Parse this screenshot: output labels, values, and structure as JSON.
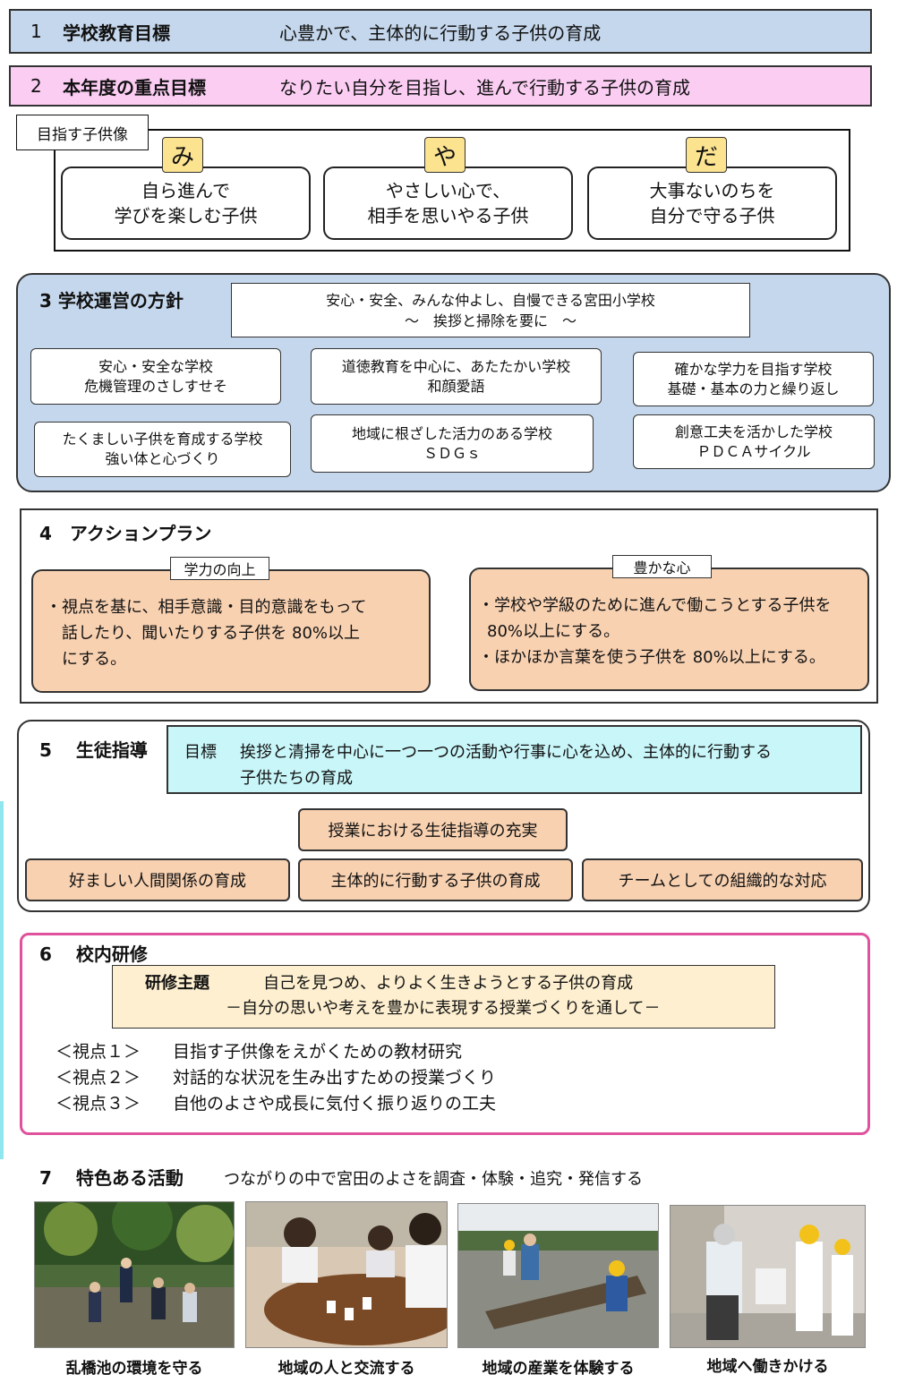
{
  "goal1": {
    "num": "1",
    "label": "学校教育目標",
    "text": "心豊かで、主体的に行動する子供の育成"
  },
  "goal2": {
    "num": "2",
    "label": "本年度の重点目標",
    "text": "なりたい自分を目指し、進んで行動する子供の育成"
  },
  "ideal": {
    "title": "目指す子供像",
    "items": [
      {
        "char": "み",
        "line1": "自ら進んで",
        "line2": "学びを楽しむ子供"
      },
      {
        "char": "や",
        "line1": "やさしい心で、",
        "line2": "相手を思いやる子供"
      },
      {
        "char": "だ",
        "line1": "大事ないのちを",
        "line2": "自分で守る子供"
      }
    ]
  },
  "policy": {
    "heading": "3 学校運営の方針",
    "motto1": "安心・安全、みんな仲よし、自慢できる宮田小学校",
    "motto2": "～　挨拶と掃除を要に　～",
    "boxes": [
      {
        "l1": "安心・安全な学校",
        "l2": "危機管理のさしすせそ"
      },
      {
        "l1": "道徳教育を中心に、あたたかい学校",
        "l2": "和顔愛語"
      },
      {
        "l1": "確かな学力を目指す学校",
        "l2": "基礎・基本の力と繰り返し"
      },
      {
        "l1": "たくましい子供を育成する学校",
        "l2": "強い体と心づくり"
      },
      {
        "l1": "地域に根ざした活力のある学校",
        "l2": "ＳＤＧｓ"
      },
      {
        "l1": "創意工夫を活かした学校",
        "l2": "ＰＤＣＡサイクル"
      }
    ]
  },
  "action": {
    "heading": "4　アクションプラン",
    "left": {
      "tag": "学力の向上",
      "l1": "・視点を基に、相手意識・目的意識をもって",
      "l2": "話したり、聞いたりする子供を 80%以上",
      "l3": "にする。"
    },
    "right": {
      "tag": "豊かな心",
      "l1": "・学校や学級のために進んで働こうとする子供を",
      "l2": "80%以上にする。",
      "l3": "・ほかほか言葉を使う子供を 80%以上にする。"
    }
  },
  "guidance": {
    "heading": "5　 生徒指導",
    "goal_label": "目標",
    "goal_l1": "挨拶と清掃を中心に一つ一つの活動や行事に心を込め、主体的に行動する",
    "goal_l2": "子供たちの育成",
    "top": "授業における生徒指導の充実",
    "b1": "好ましい人間関係の育成",
    "b2": "主体的に行動する子供の育成",
    "b3": "チームとしての組織的な対応"
  },
  "training": {
    "heading": "6　 校内研修",
    "theme_label": "研修主題",
    "theme_l1": "自己を見つめ、よりよく生きようとする子供の育成",
    "theme_l2": "－自分の思いや考えを豊かに表現する授業づくりを通して－",
    "points": [
      {
        "k": "＜視点１＞",
        "v": "目指す子供像をえがくための教材研究"
      },
      {
        "k": "＜視点２＞",
        "v": "対話的な状況を生み出すための授業づくり"
      },
      {
        "k": "＜視点３＞",
        "v": "自他のよさや成長に気付く振り返りの工夫"
      }
    ]
  },
  "activities": {
    "heading": "7　 特色ある活動",
    "sub": "つながりの中で宮田のよさを調査・体験・追究・発信する",
    "photos": [
      {
        "caption": "乱橋池の環境を守る"
      },
      {
        "caption": "地域の人と交流する"
      },
      {
        "caption": "地域の産業を体験する"
      },
      {
        "caption": "地域へ働きかける"
      }
    ]
  },
  "colors": {
    "blue": "#c5d7ec",
    "pink": "#fbcdf3",
    "yellow": "#fbe390",
    "peach": "#f8d1b1",
    "cyan": "#c9f6f9",
    "cream": "#fdefcf",
    "magenta": "#e0529c"
  }
}
